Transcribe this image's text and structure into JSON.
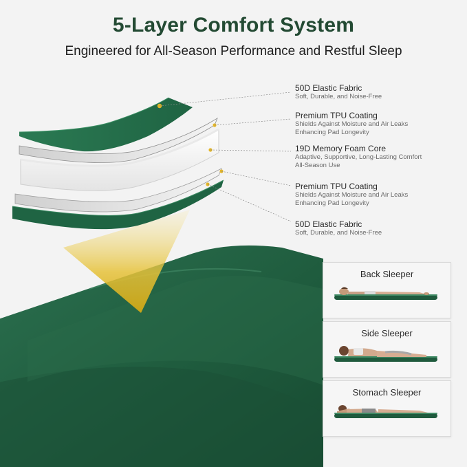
{
  "header": {
    "title": "5-Layer Comfort System",
    "subtitle": "Engineered for All-Season Performance and Restful Sleep"
  },
  "layers": [
    {
      "title": "50D Elastic Fabric",
      "lines": [
        "Soft, Durable, and Noise-Free"
      ]
    },
    {
      "title": "Premium TPU Coating",
      "lines": [
        "Shields Against Moisture and Air Leaks",
        "Enhancing Pad Longevity"
      ]
    },
    {
      "title": "19D Memory Foam Core",
      "lines": [
        "Adaptive, Supportive, Long-Lasting Comfort",
        "All-Season Use"
      ]
    },
    {
      "title": "Premium TPU Coating",
      "lines": [
        "Shields Against Moisture and Air Leaks",
        "Enhancing Pad Longevity"
      ]
    },
    {
      "title": "50D Elastic Fabric",
      "lines": [
        "Soft, Durable, and Noise-Free"
      ]
    }
  ],
  "positions": [
    {
      "label": "Back Sleeper"
    },
    {
      "label": "Side Sleeper"
    },
    {
      "label": "Stomach Sleeper"
    }
  ],
  "colors": {
    "pad_green": "#1f5a3d",
    "title_green": "#234a33",
    "accent_yellow": "#e4b626",
    "background": "#f3f3f3"
  }
}
